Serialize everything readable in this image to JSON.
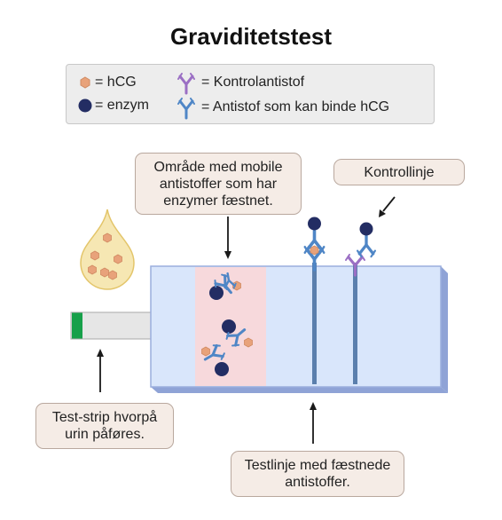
{
  "title": "Graviditetstest",
  "legend": {
    "hcg_label": "= hCG",
    "enzyme_label": "= enzym",
    "control_antibody_label": "= Kontrolantistof",
    "hcg_antibody_label": "= Antistof som kan binde hCG"
  },
  "callouts": {
    "mobile_zone": [
      "Område med mobile",
      "antistoffer som har",
      "enzymer fæstnet."
    ],
    "control_line": [
      "Kontrollinje"
    ],
    "sample_pad": [
      "Test-strip hvorpå",
      "urin påføres."
    ],
    "test_line": [
      "Testlinje med fæstnede",
      "antistoffer."
    ]
  },
  "colors": {
    "hcg": "#e8a27a",
    "enzyme": "#232d63",
    "control_antibody": "#9b6fc4",
    "hcg_antibody": "#4f86c6",
    "strip_face": "#d9e6fb",
    "strip_edge": "#9aaedd",
    "mobile_zone": "#f7d9dc",
    "line_post": "#5b7fad",
    "sample_pad_tip": "#17a04a",
    "drop": "#f6e7b3"
  },
  "icons": [
    "urine-drop-icon",
    "hcg-hexagon-icon",
    "enzyme-circle-icon",
    "control-antibody-icon",
    "hcg-antibody-icon",
    "arrow-icon"
  ]
}
